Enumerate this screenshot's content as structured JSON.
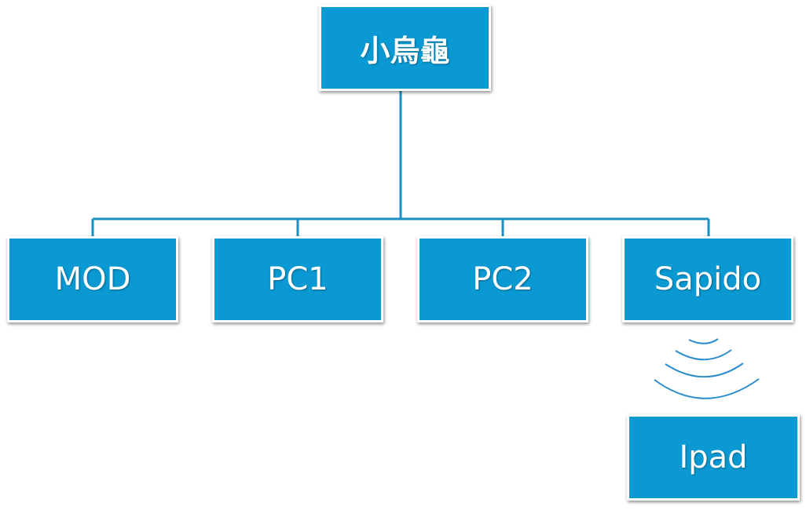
{
  "nodes": {
    "root": "小烏龜",
    "mod": "MOD",
    "pc1": "PC1",
    "pc2": "PC2",
    "sapido": "Sapido",
    "ipad": "Ipad"
  },
  "colors": {
    "node_fill": "#0a99d2",
    "connector": "#1a8fc4",
    "wireless": "#2a8ccc"
  },
  "icons": {
    "wireless": "wireless-signal-icon"
  }
}
